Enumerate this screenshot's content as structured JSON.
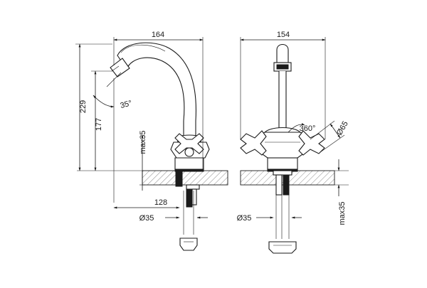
{
  "drawing": {
    "side_view": {
      "width_top": "164",
      "height_total": "229",
      "height_spout": "177",
      "angle": "35°",
      "max_deck": "max35",
      "base_offset": "128",
      "hole_diameter": "Ø35"
    },
    "front_view": {
      "width_top": "154",
      "rotation": "360°",
      "handle_diameter": "Ø65",
      "hole_diameter": "Ø35",
      "max_deck": "max35"
    }
  }
}
